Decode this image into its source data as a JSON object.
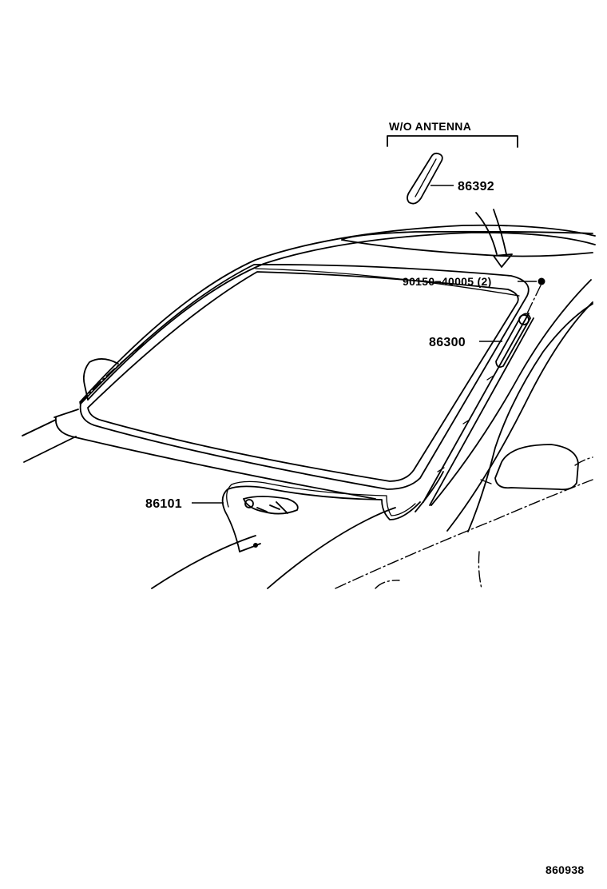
{
  "group_label": "W/O ANTENNA",
  "callouts": {
    "part_86392": "86392",
    "part_90150": "90150−40005 (2)",
    "part_86300": "86300",
    "part_86101": "86101"
  },
  "figure_number": "860938"
}
